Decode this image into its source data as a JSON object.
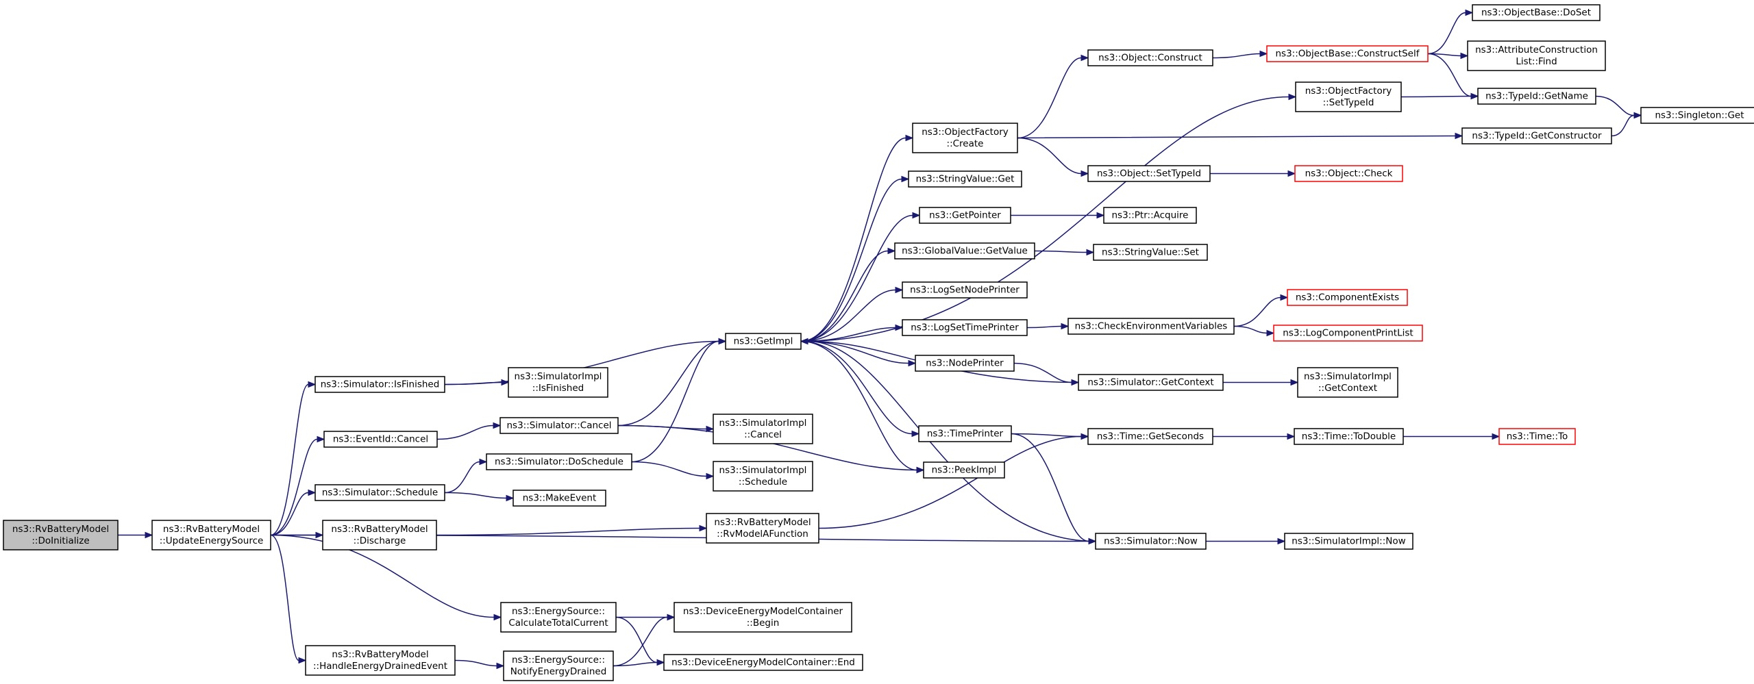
{
  "nodes": [
    {
      "id": "doinit",
      "lines": [
        "ns3::RvBatteryModel",
        "::DoInitialize"
      ],
      "style": "root"
    },
    {
      "id": "ues",
      "lines": [
        "ns3::RvBatteryModel",
        "::UpdateEnergySource"
      ]
    },
    {
      "id": "isfinished",
      "lines": [
        "ns3::Simulator::IsFinished"
      ]
    },
    {
      "id": "eventcancel",
      "lines": [
        "ns3::EventId::Cancel"
      ]
    },
    {
      "id": "simschedule",
      "lines": [
        "ns3::Simulator::Schedule"
      ]
    },
    {
      "id": "discharge",
      "lines": [
        "ns3::RvBatteryModel",
        "::Discharge"
      ]
    },
    {
      "id": "calctotal",
      "lines": [
        "ns3::EnergySource::",
        "CalculateTotalCurrent"
      ]
    },
    {
      "id": "handledrained",
      "lines": [
        "ns3::RvBatteryModel",
        "::HandleEnergyDrainedEvent"
      ]
    },
    {
      "id": "notifydrained",
      "lines": [
        "ns3::EnergySource::",
        "NotifyEnergyDrained"
      ]
    },
    {
      "id": "simimplisfinished",
      "lines": [
        "ns3::SimulatorImpl",
        "::IsFinished"
      ]
    },
    {
      "id": "simcancel",
      "lines": [
        "ns3::Simulator::Cancel"
      ]
    },
    {
      "id": "simdoschedule",
      "lines": [
        "ns3::Simulator::DoSchedule"
      ]
    },
    {
      "id": "makeevent",
      "lines": [
        "ns3::MakeEvent"
      ]
    },
    {
      "id": "rvmodela",
      "lines": [
        "ns3::RvBatteryModel",
        "::RvModelAFunction"
      ]
    },
    {
      "id": "simimplcancel",
      "lines": [
        "ns3::SimulatorImpl",
        "::Cancel"
      ]
    },
    {
      "id": "simimplschedule",
      "lines": [
        "ns3::SimulatorImpl",
        "::Schedule"
      ]
    },
    {
      "id": "demcbegin",
      "lines": [
        "ns3::DeviceEnergyModelContainer",
        "::Begin"
      ]
    },
    {
      "id": "demcend",
      "lines": [
        "ns3::DeviceEnergyModelContainer::End"
      ]
    },
    {
      "id": "getimpl",
      "lines": [
        "ns3::GetImpl"
      ]
    },
    {
      "id": "ofcreate",
      "lines": [
        "ns3::ObjectFactory",
        "::Create"
      ]
    },
    {
      "id": "stringvalueget",
      "lines": [
        "ns3::StringValue::Get"
      ]
    },
    {
      "id": "getpointer",
      "lines": [
        "ns3::GetPointer"
      ]
    },
    {
      "id": "gvgetvalue",
      "lines": [
        "ns3::GlobalValue::GetValue"
      ]
    },
    {
      "id": "logsetnode",
      "lines": [
        "ns3::LogSetNodePrinter"
      ]
    },
    {
      "id": "logsettime",
      "lines": [
        "ns3::LogSetTimePrinter"
      ]
    },
    {
      "id": "nodeprinter",
      "lines": [
        "ns3::NodePrinter"
      ]
    },
    {
      "id": "timeprinter",
      "lines": [
        "ns3::TimePrinter"
      ]
    },
    {
      "id": "peekimpl",
      "lines": [
        "ns3::PeekImpl"
      ]
    },
    {
      "id": "objconstruct",
      "lines": [
        "ns3::Object::Construct"
      ]
    },
    {
      "id": "objsettypeid",
      "lines": [
        "ns3::Object::SetTypeId"
      ]
    },
    {
      "id": "ptracquire",
      "lines": [
        "ns3::Ptr::Acquire"
      ]
    },
    {
      "id": "stringvalueset",
      "lines": [
        "ns3::StringValue::Set"
      ]
    },
    {
      "id": "checkenv",
      "lines": [
        "ns3::CheckEnvironmentVariables"
      ]
    },
    {
      "id": "simgetcontext",
      "lines": [
        "ns3::Simulator::GetContext"
      ]
    },
    {
      "id": "timegetseconds",
      "lines": [
        "ns3::Time::GetSeconds"
      ]
    },
    {
      "id": "simnow",
      "lines": [
        "ns3::Simulator::Now"
      ]
    },
    {
      "id": "obconstructself",
      "lines": [
        "ns3::ObjectBase::ConstructSelf"
      ],
      "style": "trunc"
    },
    {
      "id": "ofsettypeid",
      "lines": [
        "ns3::ObjectFactory",
        "::SetTypeId"
      ]
    },
    {
      "id": "objcheck",
      "lines": [
        "ns3::Object::Check"
      ],
      "style": "trunc"
    },
    {
      "id": "componentexists",
      "lines": [
        "ns3::ComponentExists"
      ],
      "style": "trunc"
    },
    {
      "id": "logcomponentprint",
      "lines": [
        "ns3::LogComponentPrintList"
      ],
      "style": "trunc"
    },
    {
      "id": "simimplgetcontext",
      "lines": [
        "ns3::SimulatorImpl",
        "::GetContext"
      ]
    },
    {
      "id": "timetodouble",
      "lines": [
        "ns3::Time::ToDouble"
      ]
    },
    {
      "id": "simimplnow",
      "lines": [
        "ns3::SimulatorImpl::Now"
      ]
    },
    {
      "id": "obdoset",
      "lines": [
        "ns3::ObjectBase::DoSet"
      ]
    },
    {
      "id": "attrconstfind",
      "lines": [
        "ns3::AttributeConstruction",
        "List::Find"
      ]
    },
    {
      "id": "typeidgetname",
      "lines": [
        "ns3::TypeId::GetName"
      ]
    },
    {
      "id": "typeidgetctor",
      "lines": [
        "ns3::TypeId::GetConstructor"
      ]
    },
    {
      "id": "timeto",
      "lines": [
        "ns3::Time::To"
      ],
      "style": "trunc"
    },
    {
      "id": "singletonget",
      "lines": [
        "ns3::Singleton::Get"
      ]
    }
  ]
}
